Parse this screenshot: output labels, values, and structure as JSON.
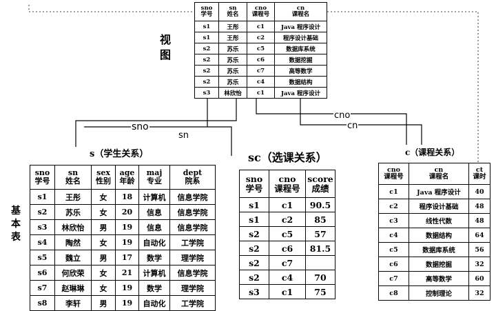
{
  "view_label": [
    "视",
    "图"
  ],
  "base_label": [
    "基",
    "本",
    "表"
  ],
  "view": {
    "headers": [
      [
        "sno",
        "学号"
      ],
      [
        "sn",
        "姓名"
      ],
      [
        "cno",
        "课程号"
      ],
      [
        "cn",
        "课程名"
      ]
    ],
    "rows": [
      [
        "s1",
        "王彤",
        "c1",
        "Java 程序设计"
      ],
      [
        "s1",
        "王彤",
        "c2",
        "程序设计基础"
      ],
      [
        "s2",
        "苏乐",
        "c5",
        "数据库系统"
      ],
      [
        "s2",
        "苏乐",
        "c6",
        "数据挖掘"
      ],
      [
        "s2",
        "苏乐",
        "c7",
        "高等数学"
      ],
      [
        "s2",
        "苏乐",
        "c4",
        "数据结构"
      ],
      [
        "s3",
        "林欣怡",
        "c1",
        "Java 程序设计"
      ]
    ]
  },
  "s_table": {
    "title": "s（学生关系）",
    "headers": [
      [
        "sno",
        "学号"
      ],
      [
        "sn",
        "姓名"
      ],
      [
        "sex",
        "性别"
      ],
      [
        "age",
        "年龄"
      ],
      [
        "maj",
        "专业"
      ],
      [
        "dept",
        "院系"
      ]
    ],
    "rows": [
      [
        "s1",
        "王彤",
        "女",
        "18",
        "计算机",
        "信息学院"
      ],
      [
        "s2",
        "苏乐",
        "女",
        "20",
        "信息",
        "信息学院"
      ],
      [
        "s3",
        "林欣怡",
        "男",
        "19",
        "信息",
        "信息学院"
      ],
      [
        "s4",
        "陶然",
        "女",
        "19",
        "自动化",
        "工学院"
      ],
      [
        "s5",
        "魏立",
        "男",
        "17",
        "数学",
        "理学院"
      ],
      [
        "s6",
        "何欣荣",
        "女",
        "21",
        "计算机",
        "信息学院"
      ],
      [
        "s7",
        "赵琳琳",
        "女",
        "19",
        "数学",
        "理学院"
      ],
      [
        "s8",
        "李轩",
        "男",
        "19",
        "自动化",
        "工学院"
      ]
    ]
  },
  "sc_table": {
    "title": "sc（选课关系）",
    "headers": [
      [
        "sno",
        "学号"
      ],
      [
        "cno",
        "课程号"
      ],
      [
        "score",
        "成绩"
      ]
    ],
    "rows": [
      [
        "s1",
        "c1",
        "90.5"
      ],
      [
        "s1",
        "c2",
        "85"
      ],
      [
        "s2",
        "c5",
        "57"
      ],
      [
        "s2",
        "c6",
        "81.5"
      ],
      [
        "s2",
        "c7",
        ""
      ],
      [
        "s2",
        "c4",
        "70"
      ],
      [
        "s3",
        "c1",
        "75"
      ]
    ]
  },
  "c_table": {
    "title": "c（课程关系）",
    "headers": [
      [
        "cno",
        "课程号"
      ],
      [
        "cn",
        "课程名"
      ],
      [
        "ct",
        "课时"
      ]
    ],
    "rows": [
      [
        "c1",
        "Java 程序设计",
        "40"
      ],
      [
        "c2",
        "程序设计基础",
        "48"
      ],
      [
        "c3",
        "线性代数",
        "48"
      ],
      [
        "c4",
        "数据结构",
        "64"
      ],
      [
        "c5",
        "数据库系统",
        "56"
      ],
      [
        "c6",
        "数据挖掘",
        "32"
      ],
      [
        "c7",
        "高等数学",
        "60"
      ],
      [
        "c8",
        "控制理论",
        "32"
      ]
    ]
  },
  "connector_labels": {
    "sno_a": "sno",
    "sn_b": "sn",
    "cno_a": "cno",
    "cn_b": "cn"
  }
}
